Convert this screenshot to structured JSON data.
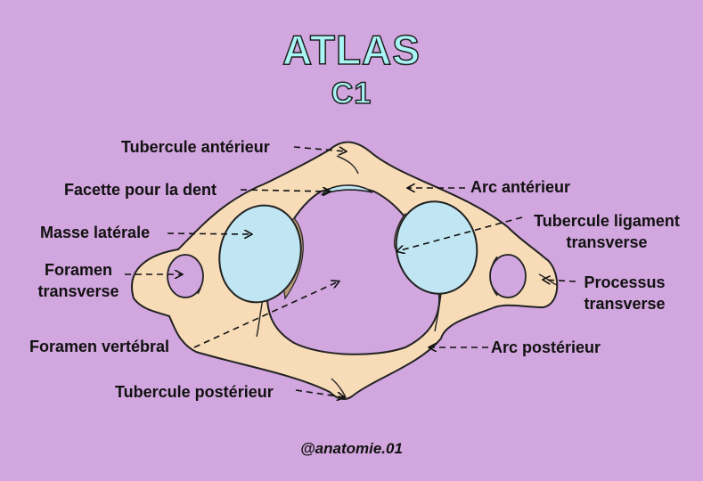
{
  "title": "ATLAS",
  "subtitle": "C1",
  "credit": "@anatomie.01",
  "colors": {
    "background": "#d2a6de",
    "bone": "#f8dcb8",
    "facet": "#bfe6f2",
    "shadow": "#b89a78",
    "title_fill": "#a9f4f5",
    "outline": "#222222"
  },
  "labels": {
    "tubercule_anterieur": "Tubercule antérieur",
    "facette_dent": "Facette pour la dent",
    "masse_laterale": "Masse latérale",
    "foramen_transverse_1": "Foramen",
    "foramen_transverse_2": "transverse",
    "foramen_vertebral": "Foramen vertébral",
    "tubercule_posterieur": "Tubercule postérieur",
    "arc_anterieur": "Arc antérieur",
    "tubercule_ligament_1": "Tubercule ligament",
    "tubercule_ligament_2": "transverse",
    "processus_transverse_1": "Processus",
    "processus_transverse_2": "transverse",
    "arc_posterieur": "Arc postérieur"
  }
}
